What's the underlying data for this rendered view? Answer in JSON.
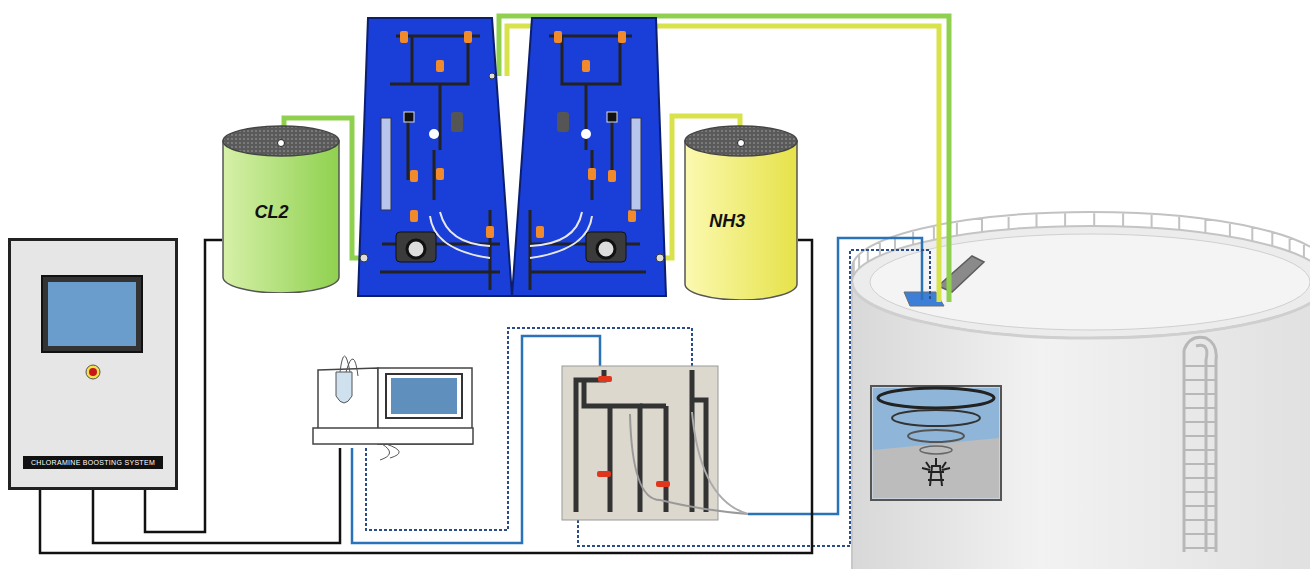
{
  "diagram": {
    "nodes": [
      {
        "text": [
          "CL2"
        ]
      },
      {
        "text": [
          "NH3"
        ]
      },
      {
        "text": [
          "CHLORAMINE BOOSTING SYSTEM"
        ]
      }
    ],
    "edges": [
      {
        "from": 2,
        "to": 0,
        "arrow": "none"
      },
      {
        "from": 2,
        "to": 1,
        "arrow": "none"
      }
    ]
  }
}
